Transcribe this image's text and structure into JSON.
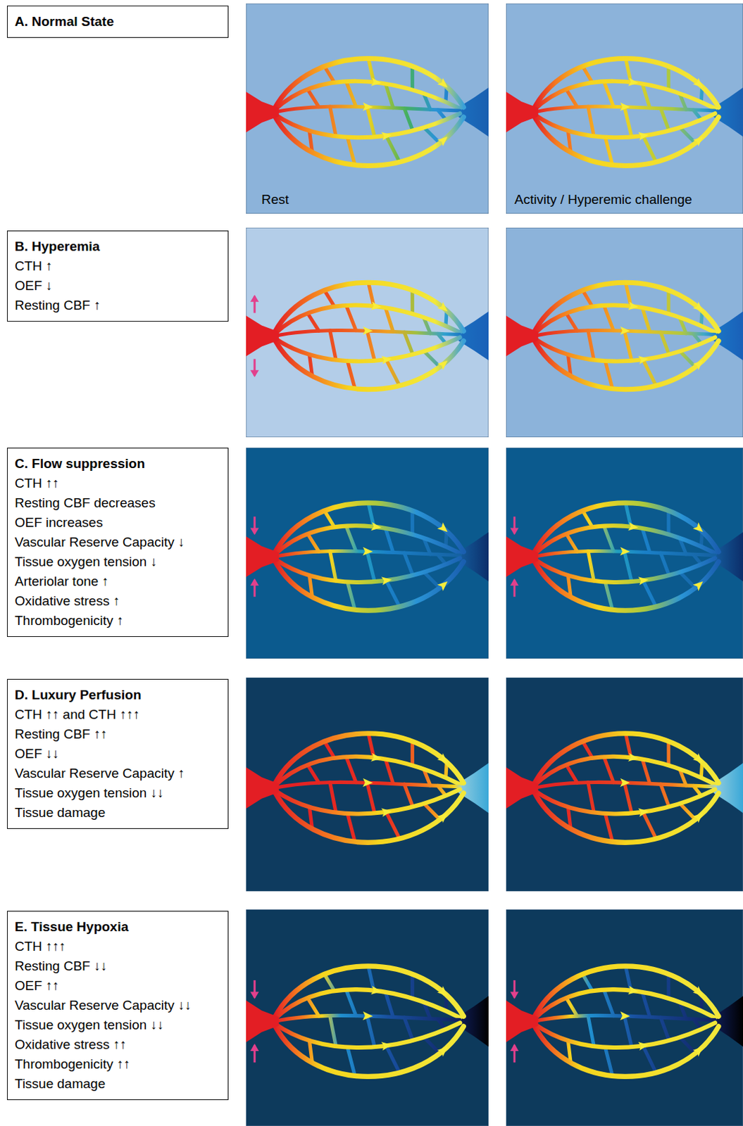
{
  "diagram": {
    "nodes": [
      {
        "text": [
          "A. Normal State"
        ]
      },
      {
        "text": [
          "B. Hyperemia",
          "CTH ↑",
          "OEF ↓",
          "Resting CBF ↑"
        ]
      },
      {
        "text": [
          "C. Flow suppression",
          "CTH ↑↑",
          "Resting CBF decreases",
          "OEF increases",
          "Vascular Reserve Capacity ↓",
          "Tissue oxygen tension ↓",
          "Arteriolar tone ↑",
          "Oxidative stress ↑",
          "Thrombogenicity ↑"
        ]
      },
      {
        "text": [
          "D. Luxury Perfusion",
          "CTH ↑↑ and CTH ↑↑↑",
          "Resting CBF ↑↑",
          "OEF ↓↓",
          "Vascular Reserve Capacity ↑",
          "Tissue oxygen tension ↓↓",
          "Tissue damage"
        ]
      },
      {
        "text": [
          "E. Tissue Hypoxia",
          "CTH ↑↑↑",
          "Resting CBF ↓↓",
          "OEF ↑↑",
          "Vascular Reserve Capacity ↓↓",
          "Tissue oxygen tension ↓↓",
          "Oxidative stress ↑↑",
          "Thrombogenicity ↑↑",
          "Tissue damage"
        ]
      }
    ],
    "labels": [
      "Rest",
      "Activity / Hyperemic challenge"
    ]
  }
}
